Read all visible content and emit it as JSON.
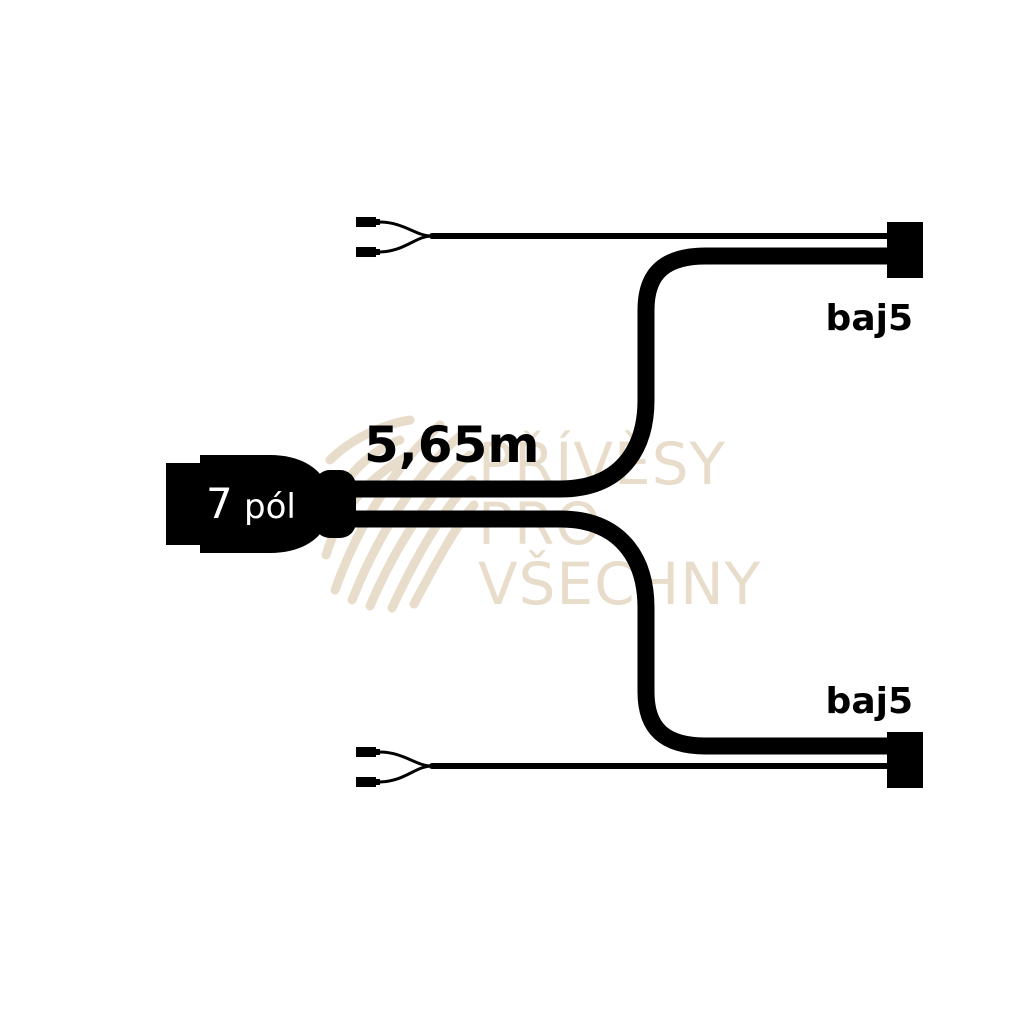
{
  "diagram": {
    "length_label": "5,65m",
    "plug_label_number": "7",
    "plug_label_unit": "pól",
    "connector_top_label": "baj5",
    "connector_bottom_label": "baj5"
  },
  "watermark": {
    "line1": "PŘÍVĚSY",
    "line2": "PRO",
    "line3": "VŠECHNY",
    "color": "#e8dccb"
  },
  "colors": {
    "cable": "#000000",
    "plug_text": "#ffffff",
    "background": "#ffffff"
  }
}
